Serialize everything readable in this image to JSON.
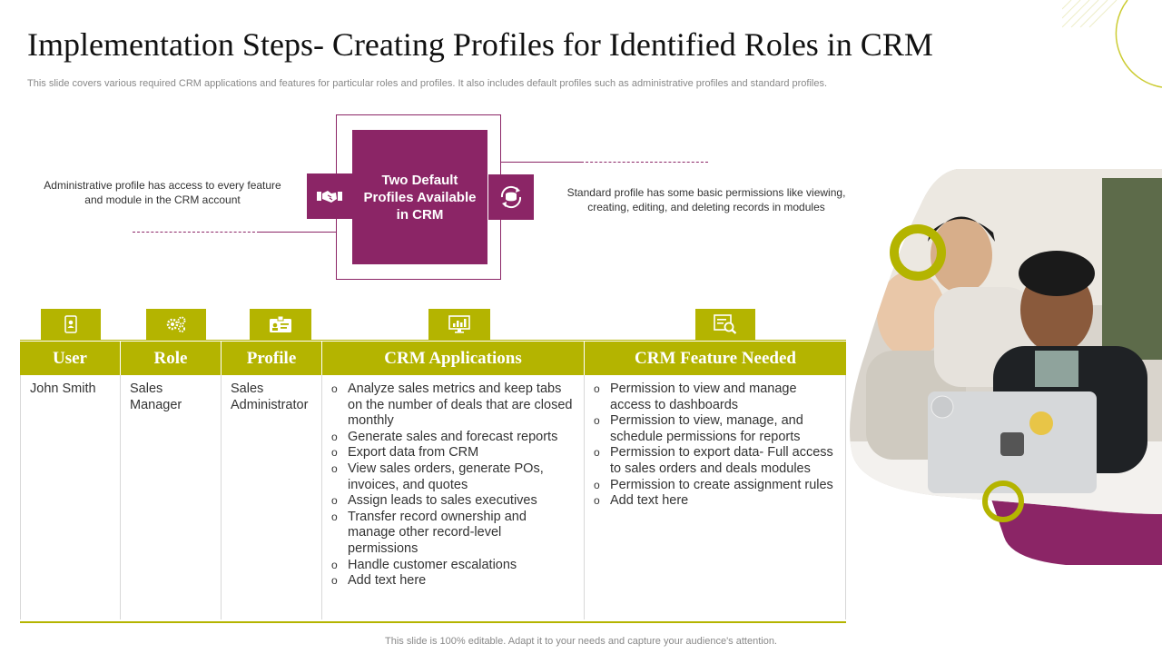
{
  "title": "Implementation Steps- Creating Profiles for Identified Roles in CRM",
  "subtitle": "This slide covers various required CRM applications and features for particular roles and profiles. It also includes default profiles such as administrative profiles and standard profiles.",
  "center": {
    "label": "Two Default Profiles Available in CRM",
    "admin_text": "Administrative profile has access to every feature and module in the CRM account",
    "standard_text": "Standard profile has some basic permissions like viewing, creating, editing, and deleting records in modules",
    "admin_icon": "handshake-icon",
    "standard_icon": "refresh-cycle-icon"
  },
  "table": {
    "headers": {
      "user": "User",
      "role": "Role",
      "profile": "Profile",
      "crm": "CRM Applications",
      "feature": "CRM Feature Needed"
    },
    "header_icons": [
      "user-phone-icon",
      "gears-icon",
      "id-card-icon",
      "monitor-chart-icon",
      "report-search-icon"
    ],
    "row": {
      "user": "John Smith",
      "role": "Sales Manager",
      "profile": "Sales Administrator",
      "crm_applications": [
        "Analyze sales metrics and keep tabs on the number of deals that are closed monthly",
        "Generate sales and forecast reports",
        "Export data from CRM",
        "View sales orders, generate POs, invoices, and quotes",
        "Assign leads to sales executives",
        "Transfer record ownership and manage other record-level permissions",
        "Handle customer escalations",
        "Add text here"
      ],
      "features": [
        "Permission to view and manage access to dashboards",
        "Permission to view, manage, and schedule permissions for reports",
        "Permission to export data- Full access to sales orders and deals modules",
        "Permission to create assignment rules",
        "Add text here"
      ]
    }
  },
  "footer": "This slide is 100% editable. Adapt it to your needs and capture your audience's attention.",
  "colors": {
    "accent_purple": "#8b2566",
    "accent_olive": "#b4b400"
  }
}
